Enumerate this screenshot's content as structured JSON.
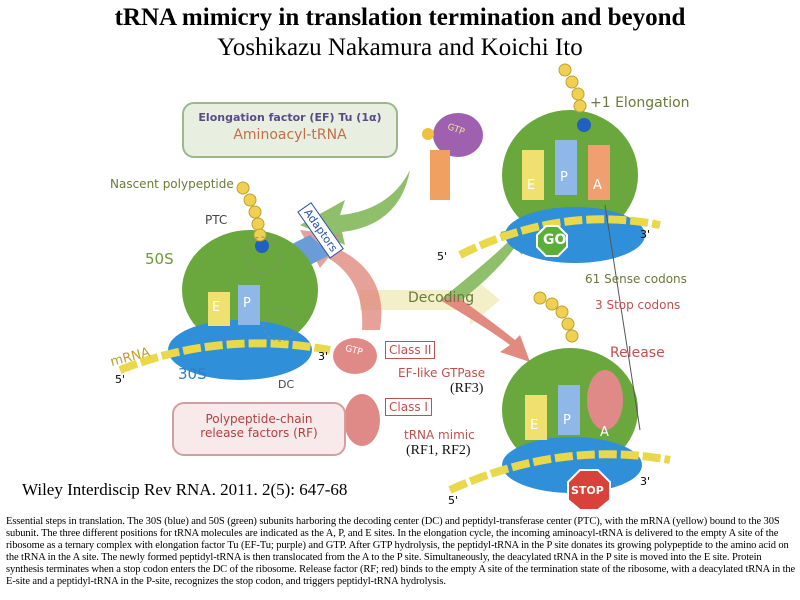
{
  "title": "tRNA mimicry in translation termination and beyond",
  "authors": "Yoshikazu Nakamura and Koichi Ito",
  "diagram": {
    "ef_box_line1": "Elongation factor (EF) Tu (1α)",
    "ef_box_line2": "Aminoacyl-tRNA",
    "nascent": "Nascent polypeptide",
    "ptc": "PTC",
    "s50": "50S",
    "s30": "30S",
    "mrna": "mRNA",
    "five": "5'",
    "three": "3'",
    "dc": "DC",
    "adaptors": "Adaptors",
    "gtp": "GTP",
    "class2": "Class II",
    "ef_like": "EF-like GTPase",
    "rf3": "(RF3)",
    "class1": "Class I",
    "trna_mimic": "tRNA mimic",
    "rf12": "(RF1, RF2)",
    "rf_box": "Polypeptide-chain release factors (RF)",
    "decoding": "Decoding",
    "elongation": "+1 Elongation",
    "go": "GO",
    "sense": "61 Sense codons",
    "stop_codons": "3 Stop codons",
    "release": "Release",
    "stop": "STOP",
    "site_e": "E",
    "site_p": "P",
    "site_a": "A"
  },
  "citation": "Wiley Interdiscip Rev RNA. 2011. 2(5): 647-68",
  "caption": "Essential steps in translation. The 30S (blue) and 50S (green) subunits harboring the decoding center (DC) and peptidyl-transferase center (PTC), with the mRNA (yellow) bound to the 30S subunit. The three different positions for tRNA molecules are indicated as the A, P, and E sites. In the elongation cycle, the incoming aminoacyl-tRNA is delivered to the empty A site of the ribosome as a ternary complex with elongation factor Tu (EF-Tu; purple) and GTP. After GTP hydrolysis, the peptidyl-tRNA in the P site donates its growing polypeptide to the amino acid on the tRNA in the A site. The newly formed peptidyl-tRNA is then translocated from the A to the P site. Simultaneously, the deacylated tRNA in the P site is moved into the E site. Protein synthesis terminates when a stop codon enters the DC of the ribosome. Release factor (RF; red) binds to the empty A site of the termination state of the ribosome, with a deacylated tRNA in the E-site and a peptidyl-tRNA in the P-site, recognizes the stop codon, and triggers peptidyl-tRNA hydrolysis."
}
